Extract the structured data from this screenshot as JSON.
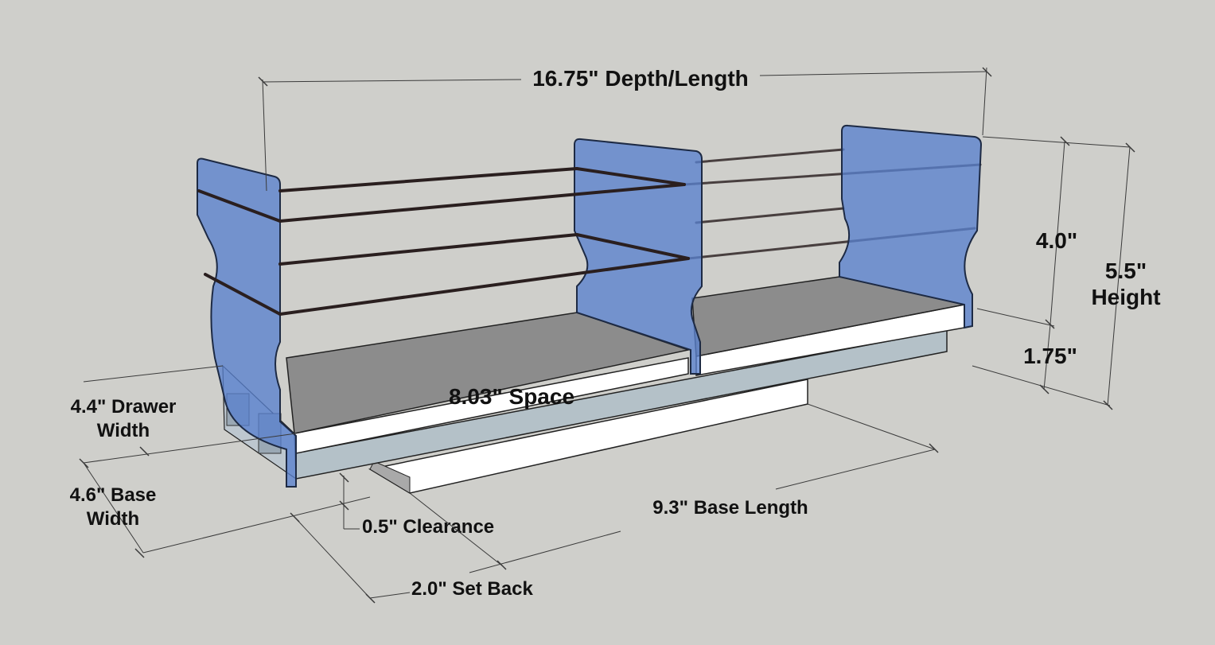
{
  "diagram": {
    "labels": {
      "depth_length": "16.75\" Depth/Length",
      "height_upper": "4.0\"",
      "height_total_value": "5.5\"",
      "height_total_word": "Height",
      "height_lower": "1.75\"",
      "space": "8.03\" Space",
      "drawer_width_line1": "4.4\" Drawer",
      "drawer_width_line2": "Width",
      "base_width_line1": "4.6\" Base",
      "base_width_line2": "Width",
      "clearance": "0.5\" Clearance",
      "base_length": "9.3\" Base Length",
      "set_back": "2.0\" Set Back"
    },
    "colors": {
      "background": "#cfcfcb",
      "panel_blue": "#5880cd",
      "floor_gray": "#8c8c8c",
      "shelf_white": "#ffffff",
      "base_blue_gray": "#b4c1c8",
      "rod": "#2a1f1f"
    }
  }
}
